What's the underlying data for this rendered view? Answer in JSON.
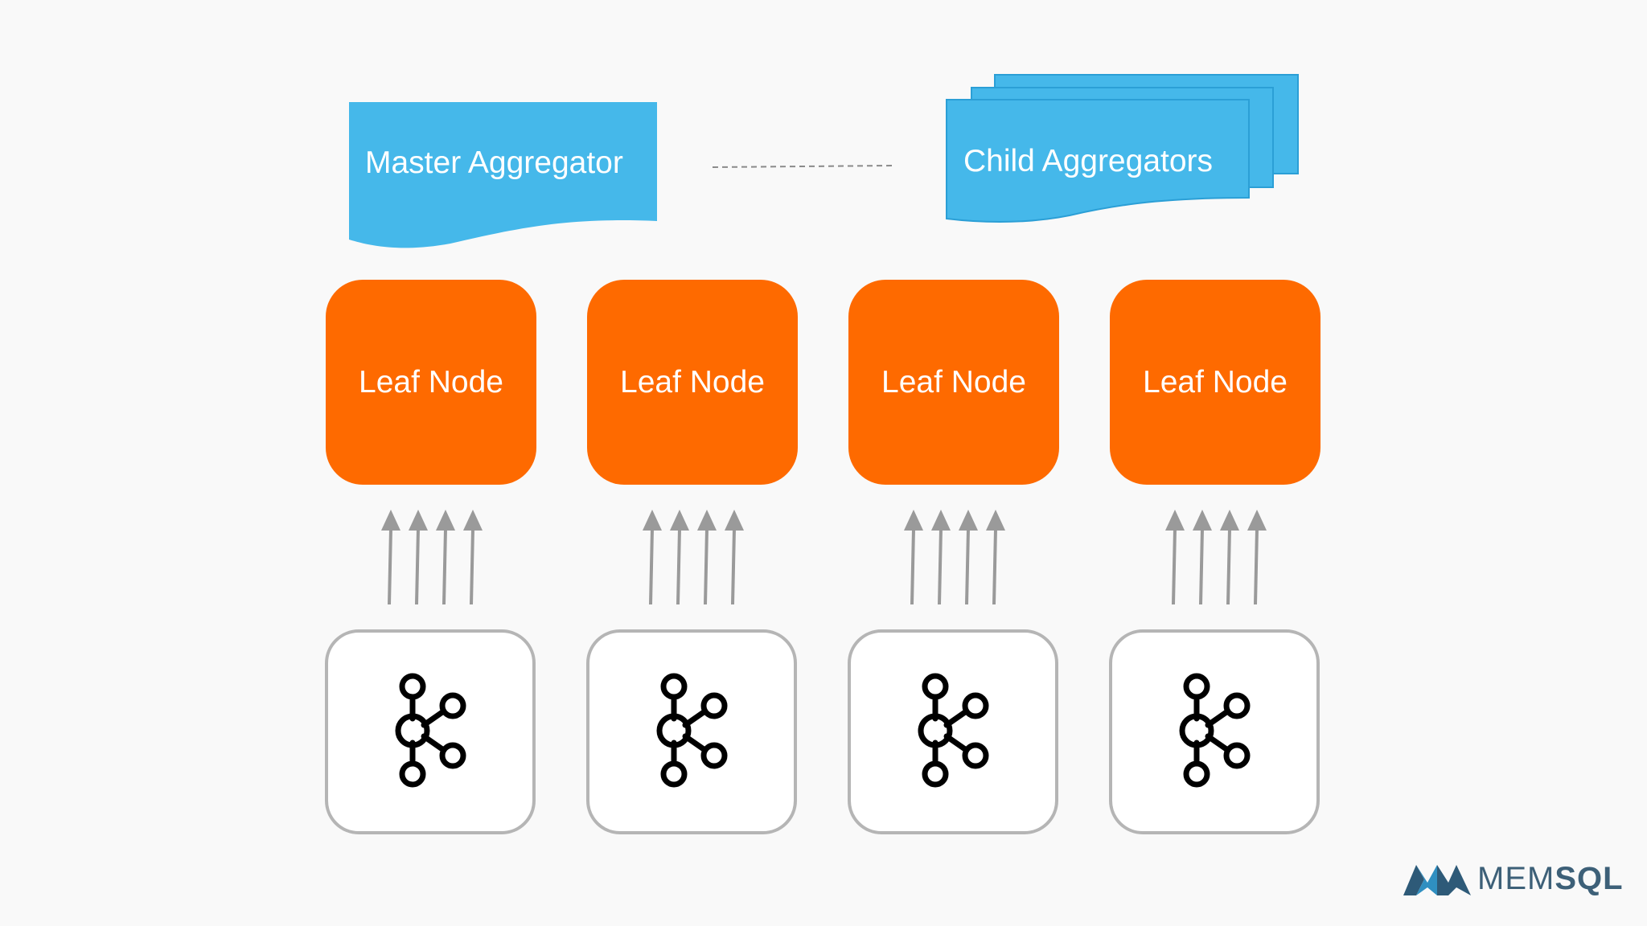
{
  "aggregators": {
    "master_label": "Master Aggregator",
    "child_label": "Child Aggregators"
  },
  "leaf_nodes": [
    {
      "label": "Leaf Node"
    },
    {
      "label": "Leaf Node"
    },
    {
      "label": "Leaf Node"
    },
    {
      "label": "Leaf Node"
    }
  ],
  "kafka_sources": [
    {
      "icon": "kafka-icon"
    },
    {
      "icon": "kafka-icon"
    },
    {
      "icon": "kafka-icon"
    },
    {
      "icon": "kafka-icon"
    }
  ],
  "logo": {
    "text_light": "MEM",
    "text_bold": "SQL",
    "icon": "memsql-logo-icon"
  },
  "colors": {
    "aggregator_fill": "#45b8ea",
    "leaf_fill": "#fe6a00",
    "arrow": "#9a9a9a",
    "kafka_border": "#b5b5b5",
    "logo_dark": "#2e5a78",
    "logo_light": "#2f8fc1"
  }
}
